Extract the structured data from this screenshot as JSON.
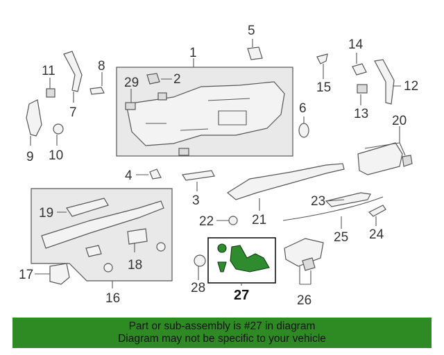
{
  "callouts": {
    "c1": "1",
    "c2": "2",
    "c3": "3",
    "c4": "4",
    "c5": "5",
    "c6": "6",
    "c7": "7",
    "c8": "8",
    "c9": "9",
    "c10": "10",
    "c11": "11",
    "c12": "12",
    "c13": "13",
    "c14": "14",
    "c15": "15",
    "c16": "16",
    "c17": "17",
    "c18": "18",
    "c19": "19",
    "c20": "20",
    "c21": "21",
    "c22": "22",
    "c23": "23",
    "c24": "24",
    "c25": "25",
    "c26": "26",
    "c27": "27",
    "c28": "28",
    "c29": "29"
  },
  "highlighted_part": "27",
  "colors": {
    "banner": "#2e8b24",
    "highlight": "#2e8b2e"
  },
  "banner": {
    "line1": "Part or sub-assembly is #27 in diagram",
    "line2": "Diagram may not be specific to your vehicle"
  }
}
